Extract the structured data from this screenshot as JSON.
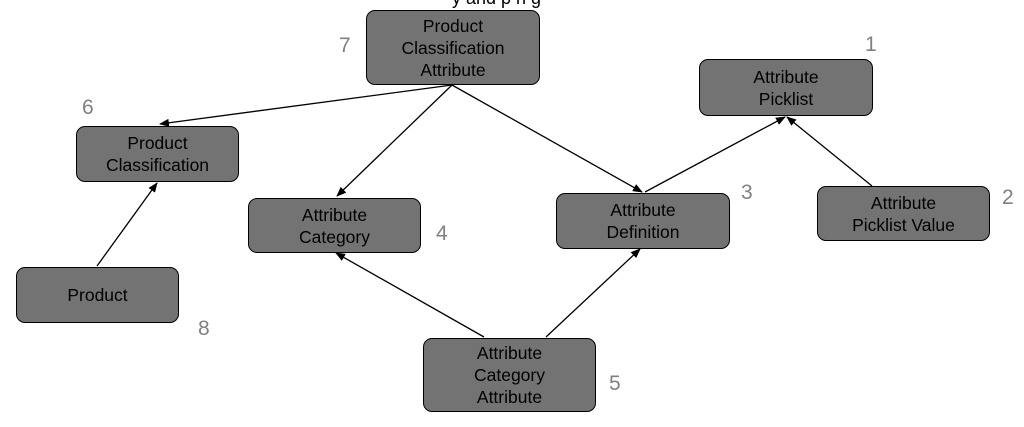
{
  "header": {
    "cut_text": "y and p   n  g"
  },
  "nodes": {
    "attribute_picklist": {
      "label": "Attribute\nPicklist",
      "number": "1"
    },
    "attribute_picklist_value": {
      "label": "Attribute\nPicklist Value",
      "number": "2"
    },
    "attribute_definition": {
      "label": "Attribute\nDefinition",
      "number": "3"
    },
    "attribute_category": {
      "label": "Attribute\nCategory",
      "number": "4"
    },
    "attribute_category_attribute": {
      "label": "Attribute\nCategory\nAttribute",
      "number": "5"
    },
    "product_classification": {
      "label": "Product\nClassification",
      "number": "6"
    },
    "product_classification_attribute": {
      "label": "Product\nClassification\nAttribute",
      "number": "7"
    },
    "product": {
      "label": "Product",
      "number": "8"
    }
  },
  "colors": {
    "node_fill": "#737373",
    "number_text": "#808080",
    "edge": "#000000"
  }
}
